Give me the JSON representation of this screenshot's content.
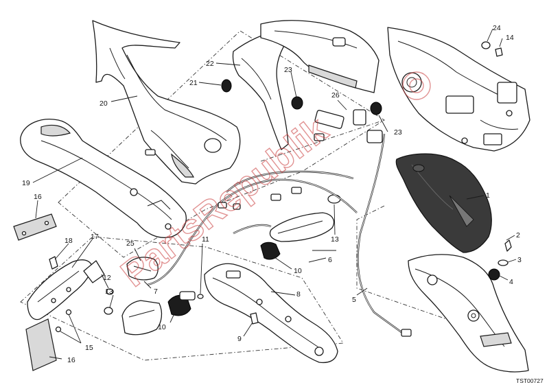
{
  "diagram": {
    "reference_code": "TST00727",
    "watermark": "PartsRepublik",
    "callouts": [
      "1",
      "2",
      "3",
      "4",
      "5",
      "6",
      "7",
      "8",
      "9",
      "10",
      "10",
      "11",
      "12",
      "13",
      "13",
      "14",
      "15",
      "16",
      "16",
      "17",
      "18",
      "19",
      "20",
      "21",
      "22",
      "23",
      "23",
      "24",
      "25",
      "26"
    ]
  }
}
